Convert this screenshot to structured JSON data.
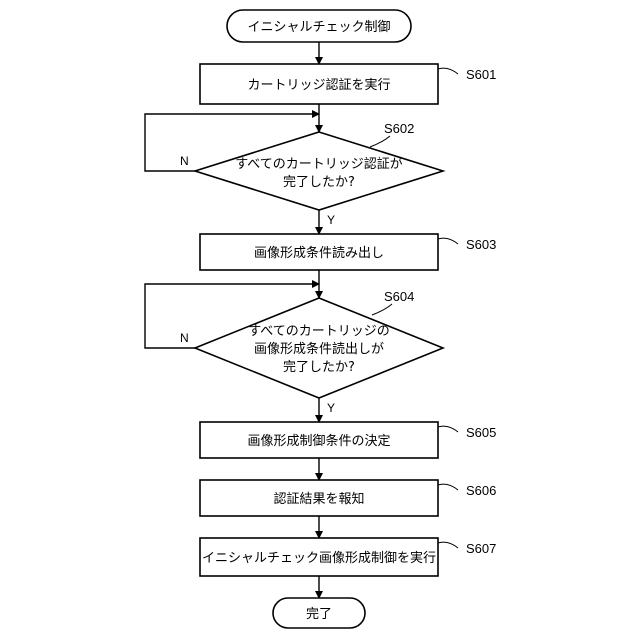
{
  "flowchart": {
    "start": {
      "text": "イニシャルチェック制御"
    },
    "s601": {
      "step": "S601",
      "text": "カートリッジ認証を実行"
    },
    "s602": {
      "step": "S602",
      "line1": "すべてのカートリッジ認証が",
      "line2": "完了したか?"
    },
    "s603": {
      "step": "S603",
      "text": "画像形成条件読み出し"
    },
    "s604": {
      "step": "S604",
      "line1": "すべてのカートリッジの",
      "line2": "画像形成条件読出しが",
      "line3": "完了したか?"
    },
    "s605": {
      "step": "S605",
      "text": "画像形成制御条件の決定"
    },
    "s606": {
      "step": "S606",
      "text": "認証結果を報知"
    },
    "s607": {
      "step": "S607",
      "text": "イニシャルチェック画像形成制御を実行"
    },
    "end": {
      "text": "完了"
    },
    "branch_yes": "Y",
    "branch_no": "N"
  }
}
